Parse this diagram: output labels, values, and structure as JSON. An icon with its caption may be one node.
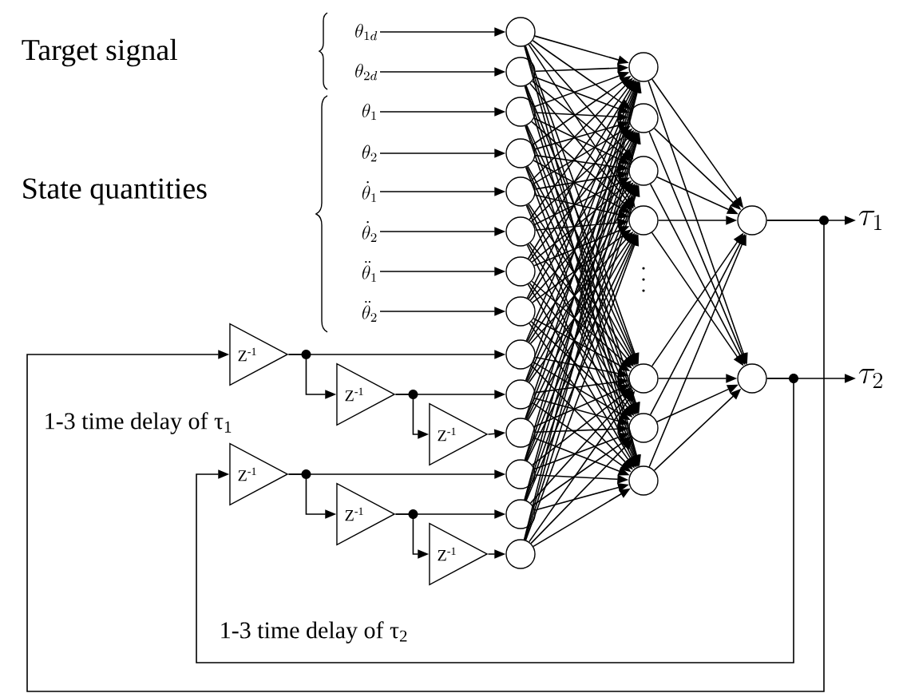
{
  "diagram": {
    "nodes": [
      {
        "text": [
          "\\theta_{1d}"
        ]
      },
      {
        "text": [
          "\\theta_{2d}"
        ]
      },
      {
        "text": [
          "\\theta_1"
        ]
      },
      {
        "text": [
          "\\theta_2"
        ]
      },
      {
        "text": [
          "\\dot{\\theta}_1"
        ]
      },
      {
        "text": [
          "\\dot{\\theta}_2"
        ]
      },
      {
        "text": [
          "\\ddot{\\theta}_1"
        ]
      },
      {
        "text": [
          "\\ddot{\\theta}_2"
        ]
      },
      {
        "text": [],
        "shape": "circle"
      },
      {
        "text": [],
        "shape": "circle"
      },
      {
        "text": [],
        "shape": "circle"
      },
      {
        "text": [],
        "shape": "circle"
      },
      {
        "text": [],
        "shape": "circle"
      },
      {
        "text": [],
        "shape": "circle"
      },
      {
        "text": [],
        "shape": "circle"
      },
      {
        "text": [],
        "shape": "circle"
      },
      {
        "text": [],
        "shape": "circle"
      },
      {
        "text": [],
        "shape": "circle"
      },
      {
        "text": [],
        "shape": "circle"
      },
      {
        "text": [],
        "shape": "circle"
      },
      {
        "text": [],
        "shape": "circle"
      },
      {
        "text": [],
        "shape": "circle"
      },
      {
        "text": [
          "Z$^{-1}$"
        ]
      },
      {
        "text": [
          "Z$^{-1}$"
        ]
      },
      {
        "text": [
          "Z$^{-1}$"
        ]
      },
      {
        "text": [
          "Z$^{-1}$"
        ]
      },
      {
        "text": [
          "Z$^{-1}$"
        ]
      },
      {
        "text": [
          "Z$^{-1}$"
        ]
      },
      {
        "text": [],
        "shape": "circle"
      },
      {
        "text": [],
        "shape": "circle"
      },
      {
        "text": [],
        "shape": "circle"
      },
      {
        "text": [],
        "shape": "circle"
      },
      {
        "text": [],
        "shape": "circle"
      },
      {
        "text": [],
        "shape": "circle"
      },
      {
        "text": [],
        "shape": "circle"
      },
      {
        "text": [],
        "shape": "circle"
      },
      {
        "text": [],
        "shape": "circle"
      },
      {
        "text": [
          "\\tau_1"
        ]
      },
      {
        "text": [
          "\\tau_2"
        ]
      }
    ],
    "edges": [
      {
        "from": 0,
        "to": 8,
        "arrow": "to"
      },
      {
        "from": 1,
        "to": 9,
        "arrow": "to"
      },
      {
        "from": 2,
        "to": 10,
        "arrow": "to"
      },
      {
        "from": 3,
        "to": 11,
        "arrow": "to"
      },
      {
        "from": 4,
        "to": 12,
        "arrow": "to"
      },
      {
        "from": 5,
        "to": 13,
        "arrow": "to"
      },
      {
        "from": 6,
        "to": 14,
        "arrow": "to"
      },
      {
        "from": 7,
        "to": 15,
        "arrow": "to"
      },
      {
        "from": 22,
        "to": 16,
        "arrow": "to"
      },
      {
        "from": 22,
        "to": 23,
        "arrow": "to"
      },
      {
        "from": 23,
        "to": 17,
        "arrow": "to"
      },
      {
        "from": 23,
        "to": 24,
        "arrow": "to"
      },
      {
        "from": 24,
        "to": 18,
        "arrow": "to"
      },
      {
        "from": 25,
        "to": 19,
        "arrow": "to"
      },
      {
        "from": 25,
        "to": 26,
        "arrow": "to"
      },
      {
        "from": 26,
        "to": 20,
        "arrow": "to"
      },
      {
        "from": 26,
        "to": 27,
        "arrow": "to"
      },
      {
        "from": 27,
        "to": 21,
        "arrow": "to"
      },
      {
        "from": 8,
        "to": 28,
        "arrow": "to"
      },
      {
        "from": 8,
        "to": 29,
        "arrow": "to"
      },
      {
        "from": 8,
        "to": 30,
        "arrow": "to"
      },
      {
        "from": 8,
        "to": 31,
        "arrow": "to"
      },
      {
        "from": 8,
        "to": 32,
        "arrow": "to"
      },
      {
        "from": 8,
        "to": 33,
        "arrow": "to"
      },
      {
        "from": 8,
        "to": 34,
        "arrow": "to"
      },
      {
        "from": 9,
        "to": 28,
        "arrow": "to"
      },
      {
        "from": 9,
        "to": 29,
        "arrow": "to"
      },
      {
        "from": 9,
        "to": 30,
        "arrow": "to"
      },
      {
        "from": 9,
        "to": 31,
        "arrow": "to"
      },
      {
        "from": 9,
        "to": 32,
        "arrow": "to"
      },
      {
        "from": 9,
        "to": 33,
        "arrow": "to"
      },
      {
        "from": 9,
        "to": 34,
        "arrow": "to"
      },
      {
        "from": 10,
        "to": 28,
        "arrow": "to"
      },
      {
        "from": 10,
        "to": 29,
        "arrow": "to"
      },
      {
        "from": 10,
        "to": 30,
        "arrow": "to"
      },
      {
        "from": 10,
        "to": 31,
        "arrow": "to"
      },
      {
        "from": 10,
        "to": 32,
        "arrow": "to"
      },
      {
        "from": 10,
        "to": 33,
        "arrow": "to"
      },
      {
        "from": 10,
        "to": 34,
        "arrow": "to"
      },
      {
        "from": 11,
        "to": 28,
        "arrow": "to"
      },
      {
        "from": 11,
        "to": 29,
        "arrow": "to"
      },
      {
        "from": 11,
        "to": 30,
        "arrow": "to"
      },
      {
        "from": 11,
        "to": 31,
        "arrow": "to"
      },
      {
        "from": 11,
        "to": 32,
        "arrow": "to"
      },
      {
        "from": 11,
        "to": 33,
        "arrow": "to"
      },
      {
        "from": 11,
        "to": 34,
        "arrow": "to"
      },
      {
        "from": 12,
        "to": 28,
        "arrow": "to"
      },
      {
        "from": 12,
        "to": 29,
        "arrow": "to"
      },
      {
        "from": 12,
        "to": 30,
        "arrow": "to"
      },
      {
        "from": 12,
        "to": 31,
        "arrow": "to"
      },
      {
        "from": 12,
        "to": 32,
        "arrow": "to"
      },
      {
        "from": 12,
        "to": 33,
        "arrow": "to"
      },
      {
        "from": 12,
        "to": 34,
        "arrow": "to"
      },
      {
        "from": 13,
        "to": 28,
        "arrow": "to"
      },
      {
        "from": 13,
        "to": 29,
        "arrow": "to"
      },
      {
        "from": 13,
        "to": 30,
        "arrow": "to"
      },
      {
        "from": 13,
        "to": 31,
        "arrow": "to"
      },
      {
        "from": 13,
        "to": 32,
        "arrow": "to"
      },
      {
        "from": 13,
        "to": 33,
        "arrow": "to"
      },
      {
        "from": 13,
        "to": 34,
        "arrow": "to"
      },
      {
        "from": 14,
        "to": 28,
        "arrow": "to"
      },
      {
        "from": 14,
        "to": 29,
        "arrow": "to"
      },
      {
        "from": 14,
        "to": 30,
        "arrow": "to"
      },
      {
        "from": 14,
        "to": 31,
        "arrow": "to"
      },
      {
        "from": 14,
        "to": 32,
        "arrow": "to"
      },
      {
        "from": 14,
        "to": 33,
        "arrow": "to"
      },
      {
        "from": 14,
        "to": 34,
        "arrow": "to"
      },
      {
        "from": 15,
        "to": 28,
        "arrow": "to"
      },
      {
        "from": 15,
        "to": 29,
        "arrow": "to"
      },
      {
        "from": 15,
        "to": 30,
        "arrow": "to"
      },
      {
        "from": 15,
        "to": 31,
        "arrow": "to"
      },
      {
        "from": 15,
        "to": 32,
        "arrow": "to"
      },
      {
        "from": 15,
        "to": 33,
        "arrow": "to"
      },
      {
        "from": 15,
        "to": 34,
        "arrow": "to"
      },
      {
        "from": 16,
        "to": 28,
        "arrow": "to"
      },
      {
        "from": 16,
        "to": 29,
        "arrow": "to"
      },
      {
        "from": 16,
        "to": 30,
        "arrow": "to"
      },
      {
        "from": 16,
        "to": 31,
        "arrow": "to"
      },
      {
        "from": 16,
        "to": 32,
        "arrow": "to"
      },
      {
        "from": 16,
        "to": 33,
        "arrow": "to"
      },
      {
        "from": 16,
        "to": 34,
        "arrow": "to"
      },
      {
        "from": 17,
        "to": 28,
        "arrow": "to"
      },
      {
        "from": 17,
        "to": 29,
        "arrow": "to"
      },
      {
        "from": 17,
        "to": 30,
        "arrow": "to"
      },
      {
        "from": 17,
        "to": 31,
        "arrow": "to"
      },
      {
        "from": 17,
        "to": 32,
        "arrow": "to"
      },
      {
        "from": 17,
        "to": 33,
        "arrow": "to"
      },
      {
        "from": 17,
        "to": 34,
        "arrow": "to"
      },
      {
        "from": 18,
        "to": 28,
        "arrow": "to"
      },
      {
        "from": 18,
        "to": 29,
        "arrow": "to"
      },
      {
        "from": 18,
        "to": 30,
        "arrow": "to"
      },
      {
        "from": 18,
        "to": 31,
        "arrow": "to"
      },
      {
        "from": 18,
        "to": 32,
        "arrow": "to"
      },
      {
        "from": 18,
        "to": 33,
        "arrow": "to"
      },
      {
        "from": 18,
        "to": 34,
        "arrow": "to"
      },
      {
        "from": 19,
        "to": 28,
        "arrow": "to"
      },
      {
        "from": 19,
        "to": 29,
        "arrow": "to"
      },
      {
        "from": 19,
        "to": 30,
        "arrow": "to"
      },
      {
        "from": 19,
        "to": 31,
        "arrow": "to"
      },
      {
        "from": 19,
        "to": 32,
        "arrow": "to"
      },
      {
        "from": 19,
        "to": 33,
        "arrow": "to"
      },
      {
        "from": 19,
        "to": 34,
        "arrow": "to"
      },
      {
        "from": 20,
        "to": 28,
        "arrow": "to"
      },
      {
        "from": 20,
        "to": 29,
        "arrow": "to"
      },
      {
        "from": 20,
        "to": 30,
        "arrow": "to"
      },
      {
        "from": 20,
        "to": 31,
        "arrow": "to"
      },
      {
        "from": 20,
        "to": 32,
        "arrow": "to"
      },
      {
        "from": 20,
        "to": 33,
        "arrow": "to"
      },
      {
        "from": 20,
        "to": 34,
        "arrow": "to"
      },
      {
        "from": 21,
        "to": 28,
        "arrow": "to"
      },
      {
        "from": 21,
        "to": 29,
        "arrow": "to"
      },
      {
        "from": 21,
        "to": 30,
        "arrow": "to"
      },
      {
        "from": 21,
        "to": 31,
        "arrow": "to"
      },
      {
        "from": 21,
        "to": 32,
        "arrow": "to"
      },
      {
        "from": 21,
        "to": 33,
        "arrow": "to"
      },
      {
        "from": 21,
        "to": 34,
        "arrow": "to"
      },
      {
        "from": 28,
        "to": 35,
        "arrow": "to"
      },
      {
        "from": 28,
        "to": 36,
        "arrow": "to"
      },
      {
        "from": 29,
        "to": 35,
        "arrow": "to"
      },
      {
        "from": 29,
        "to": 36,
        "arrow": "to"
      },
      {
        "from": 30,
        "to": 35,
        "arrow": "to"
      },
      {
        "from": 30,
        "to": 36,
        "arrow": "to"
      },
      {
        "from": 31,
        "to": 35,
        "arrow": "to"
      },
      {
        "from": 31,
        "to": 36,
        "arrow": "to"
      },
      {
        "from": 32,
        "to": 35,
        "arrow": "to"
      },
      {
        "from": 32,
        "to": 36,
        "arrow": "to"
      },
      {
        "from": 33,
        "to": 35,
        "arrow": "to"
      },
      {
        "from": 33,
        "to": 36,
        "arrow": "to"
      },
      {
        "from": 34,
        "to": 35,
        "arrow": "to"
      },
      {
        "from": 34,
        "to": 36,
        "arrow": "to"
      },
      {
        "from": 35,
        "to": 37,
        "arrow": "to"
      },
      {
        "from": 36,
        "to": 38,
        "arrow": "to"
      },
      {
        "from": 35,
        "to": 22,
        "arrow": "to"
      },
      {
        "from": 36,
        "to": 25,
        "arrow": "to"
      }
    ],
    "labels": [
      "Target signal",
      "State quantities",
      "1-3 time delay of τ$_{1}$",
      "1-3 time delay of τ$_{2}$"
    ]
  }
}
